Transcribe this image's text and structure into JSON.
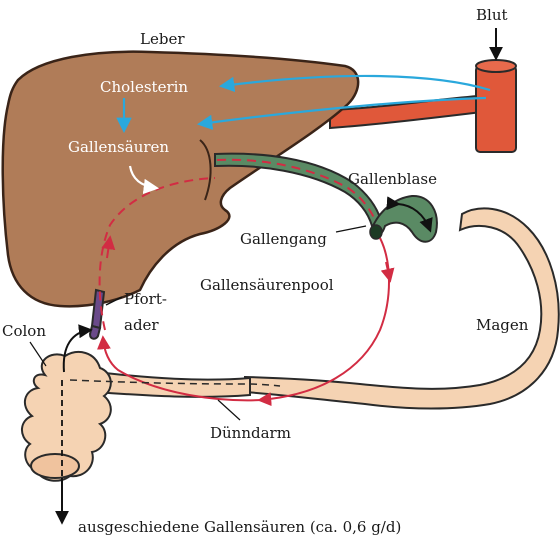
{
  "labels": {
    "liver": "Leber",
    "blood": "Blut",
    "cholesterol": "Cholesterin",
    "bile_acids_liver": "Gallensäuren",
    "gallbladder": "Gallenblase",
    "bile_duct": "Gallengang",
    "bile_acid_pool": "Gallensäurenpool",
    "portal_vein_line1": "Pfort-",
    "portal_vein_line2": "ader",
    "colon": "Colon",
    "stomach": "Magen",
    "small_intestine": "Dünndarm",
    "excreted": "ausgeschiedene Gallensäuren (ca. 0,6 g/d)"
  },
  "colors": {
    "liver_fill": "#b07c58",
    "liver_stroke": "#3a2418",
    "blood_vessel": "#e0583a",
    "bile_green": "#5a8a64",
    "cycle_red": "#d22c43",
    "portal_purple": "#6a4a8a",
    "flow_blue": "#2aa8dc",
    "stomach_fill": "#f5d3b3",
    "intestine_fill": "#f5d3b3"
  }
}
